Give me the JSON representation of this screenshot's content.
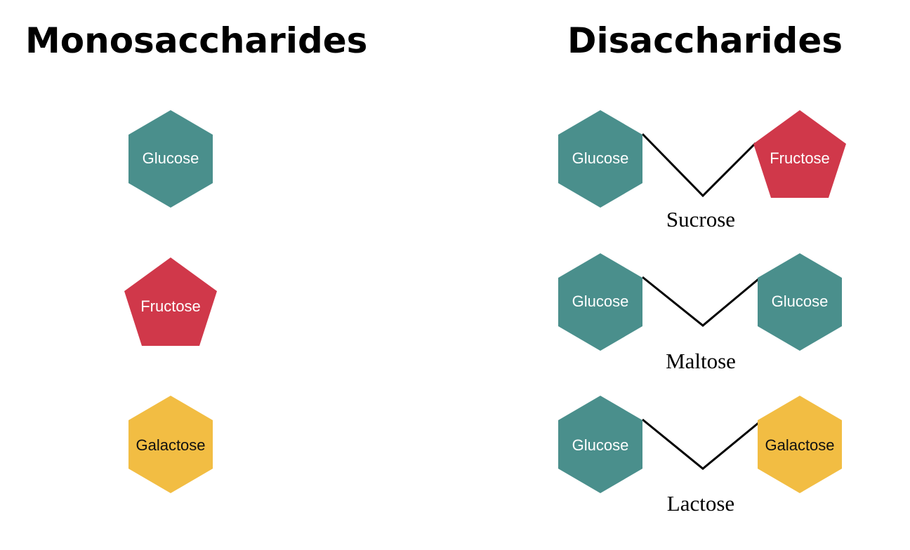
{
  "colors": {
    "glucose": "#4a8f8c",
    "fructose": "#d0384a",
    "galactose": "#f2bd43",
    "light_text": "#ffffff",
    "dark_text": "#111111"
  },
  "headings": {
    "monosaccharides": "Monosaccharides",
    "disaccharides": "Disaccharides"
  },
  "monosaccharides": [
    {
      "label": "Glucose",
      "shape": "hexagon",
      "color_key": "glucose"
    },
    {
      "label": "Fructose",
      "shape": "pentagon",
      "color_key": "fructose"
    },
    {
      "label": "Galactose",
      "shape": "hexagon",
      "color_key": "galactose"
    }
  ],
  "disaccharides": [
    {
      "name": "Sucrose",
      "left": {
        "label": "Glucose",
        "shape": "hexagon",
        "color_key": "glucose"
      },
      "right": {
        "label": "Fructose",
        "shape": "pentagon",
        "color_key": "fructose"
      }
    },
    {
      "name": "Maltose",
      "left": {
        "label": "Glucose",
        "shape": "hexagon",
        "color_key": "glucose"
      },
      "right": {
        "label": "Glucose",
        "shape": "hexagon",
        "color_key": "glucose"
      }
    },
    {
      "name": "Lactose",
      "left": {
        "label": "Glucose",
        "shape": "hexagon",
        "color_key": "glucose"
      },
      "right": {
        "label": "Galactose",
        "shape": "hexagon",
        "color_key": "galactose"
      }
    }
  ]
}
